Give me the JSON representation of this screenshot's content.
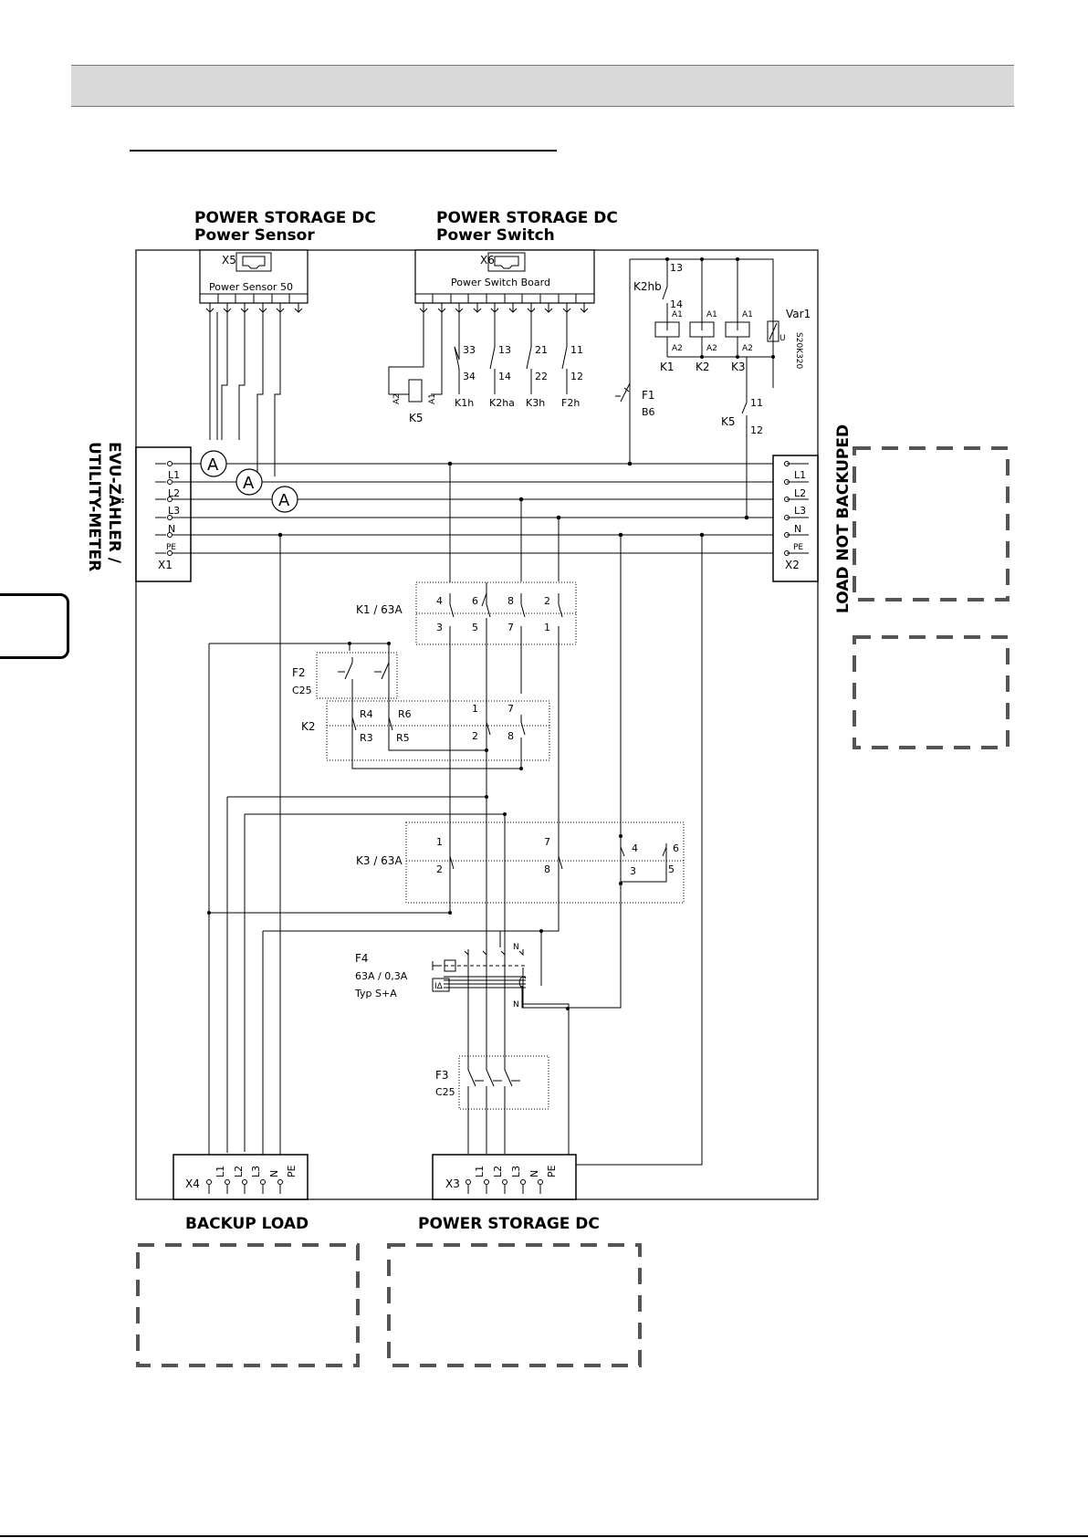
{
  "headings": {
    "power_sensor_line1": "POWER STORAGE DC",
    "power_sensor_line2": "Power Sensor",
    "power_switch_line1": "POWER STORAGE DC",
    "power_switch_line2": "Power Switch",
    "utility_meter_line1": "EVU-ZÄHLER /",
    "utility_meter_line2": "UTILITY-METER",
    "load_not_backuped": "LOAD NOT BACKUPED",
    "backup_load": "BACKUP LOAD",
    "power_storage_dc_bottom": "POWER STORAGE DC"
  },
  "sensor_module": {
    "connector": "X5",
    "name": "Power Sensor 50"
  },
  "switch_module": {
    "connector": "X6",
    "name": "Power Switch Board"
  },
  "switch_contacts": {
    "k1h_top": "33",
    "k1h_bottom": "34",
    "k1h_label": "K1h",
    "k2ha_top": "13",
    "k2ha_bottom": "14",
    "k2ha_label": "K2ha",
    "k3h_top": "21",
    "k3h_bottom": "22",
    "k3h_label": "K3h",
    "f2h_top": "11",
    "f2h_bottom": "12",
    "f2h_label": "F2h",
    "k5_coil_label": "K5",
    "k5_a2": "A2",
    "k5_a1": "A1"
  },
  "relay_block": {
    "k2hb_label": "K2hb",
    "k2hb_top": "13",
    "k2hb_bottom": "14",
    "coil_a1": "A1",
    "coil_a2": "A2",
    "k1": "K1",
    "k2": "K2",
    "k3": "K3",
    "var_label": "Var1",
    "var_part": "S20K320",
    "var_u": "U",
    "f1_label": "F1",
    "f1_rating": "B6",
    "k5_label": "K5",
    "k5_top": "11",
    "k5_bottom": "12"
  },
  "x1_terminals": {
    "label": "X1",
    "l1": "L1",
    "l2": "L2",
    "l3": "L3",
    "n": "N",
    "pe": "PE"
  },
  "x2_terminals": {
    "label": "X2",
    "l1": "L1",
    "l2": "L2",
    "l3": "L3",
    "n": "N",
    "pe": "PE"
  },
  "meter_symbol": "A",
  "k1_block": {
    "label": "K1 / 63A",
    "top": [
      "4",
      "6",
      "8",
      "2"
    ],
    "bottom": [
      "3",
      "5",
      "7",
      "1"
    ]
  },
  "f2_block": {
    "label": "F2",
    "rating": "C25"
  },
  "k2_block": {
    "label": "K2",
    "r4": "R4",
    "r6": "R6",
    "r3": "R3",
    "r5": "R5",
    "c1": "1",
    "c7": "7",
    "c2": "2",
    "c8": "8"
  },
  "k3_block": {
    "label": "K3 / 63A",
    "c1": "1",
    "c7": "7",
    "c4": "4",
    "c6": "6",
    "c2": "2",
    "c8": "8",
    "c3": "3",
    "c5": "5"
  },
  "f4_block": {
    "label": "F4",
    "rating": "63A / 0,3A",
    "type": "Typ S+A",
    "n_top": "N",
    "n_bottom": "N",
    "idelta": "IΔ"
  },
  "f3_block": {
    "label": "F3",
    "rating": "C25"
  },
  "x4_terminals": {
    "label": "X4",
    "l1": "L1",
    "l2": "L2",
    "l3": "L3",
    "n": "N",
    "pe": "PE"
  },
  "x3_terminals": {
    "label": "X3",
    "l1": "L1",
    "l2": "L2",
    "l3": "L3",
    "n": "N",
    "pe": "PE"
  }
}
